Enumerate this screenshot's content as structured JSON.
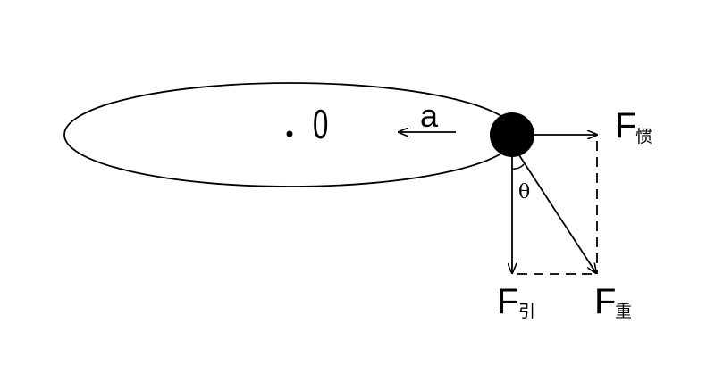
{
  "diagram": {
    "center_label": "0",
    "acceleration_label": "a",
    "angle_label": "θ",
    "forces": {
      "inertial": {
        "symbol": "F",
        "subscript": "惯"
      },
      "tension": {
        "symbol": "F",
        "subscript": "引"
      },
      "gravity": {
        "symbol": "F",
        "subscript": "重"
      }
    }
  }
}
